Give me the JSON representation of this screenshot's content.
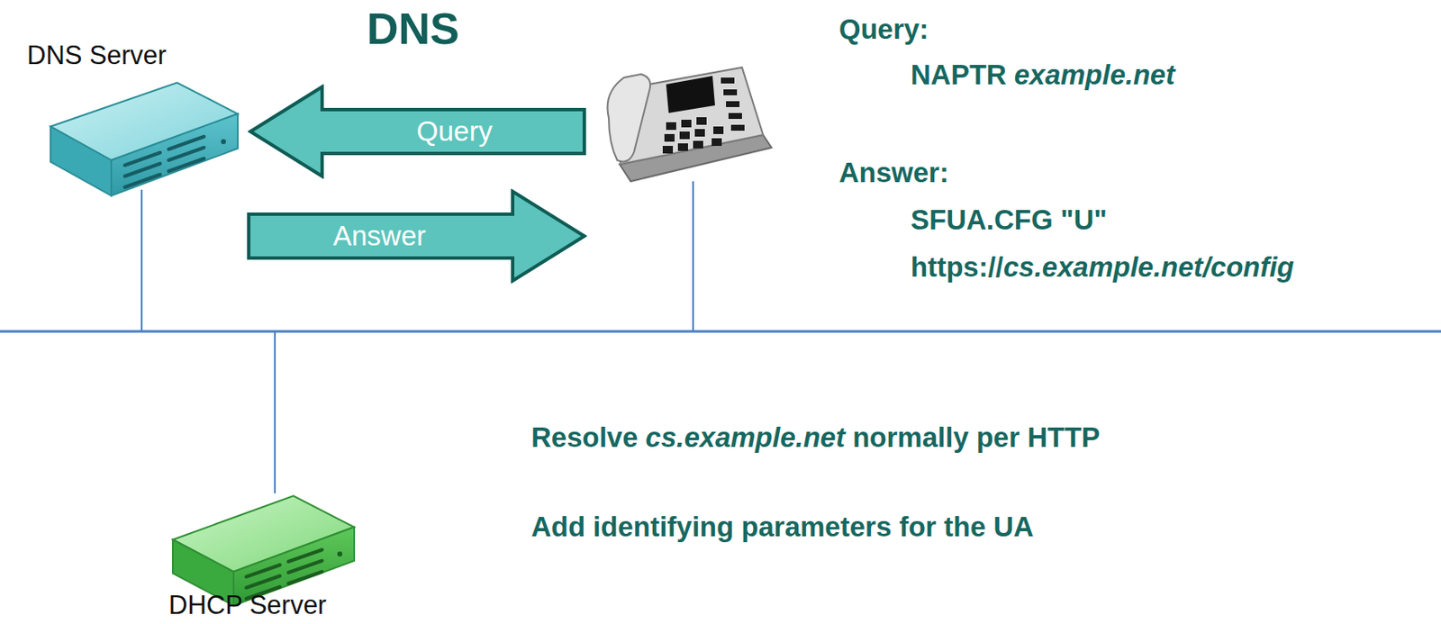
{
  "diagram": {
    "title": "DNS",
    "nodes": [
      {
        "text": [
          "DNS Server"
        ]
      },
      {
        "text": [
          "Query"
        ]
      },
      {
        "text": [
          "Answer"
        ]
      },
      {
        "text": [
          "DHCP Server"
        ]
      }
    ],
    "labels": [
      "Query:",
      "NAPTR",
      "example.net",
      "Answer:",
      "SFUA.CFG \"U\"",
      "https://",
      "cs.example.net/config",
      "Resolve",
      "cs.example.net",
      "normally per HTTP",
      "Add identifying parameters for the UA"
    ]
  }
}
